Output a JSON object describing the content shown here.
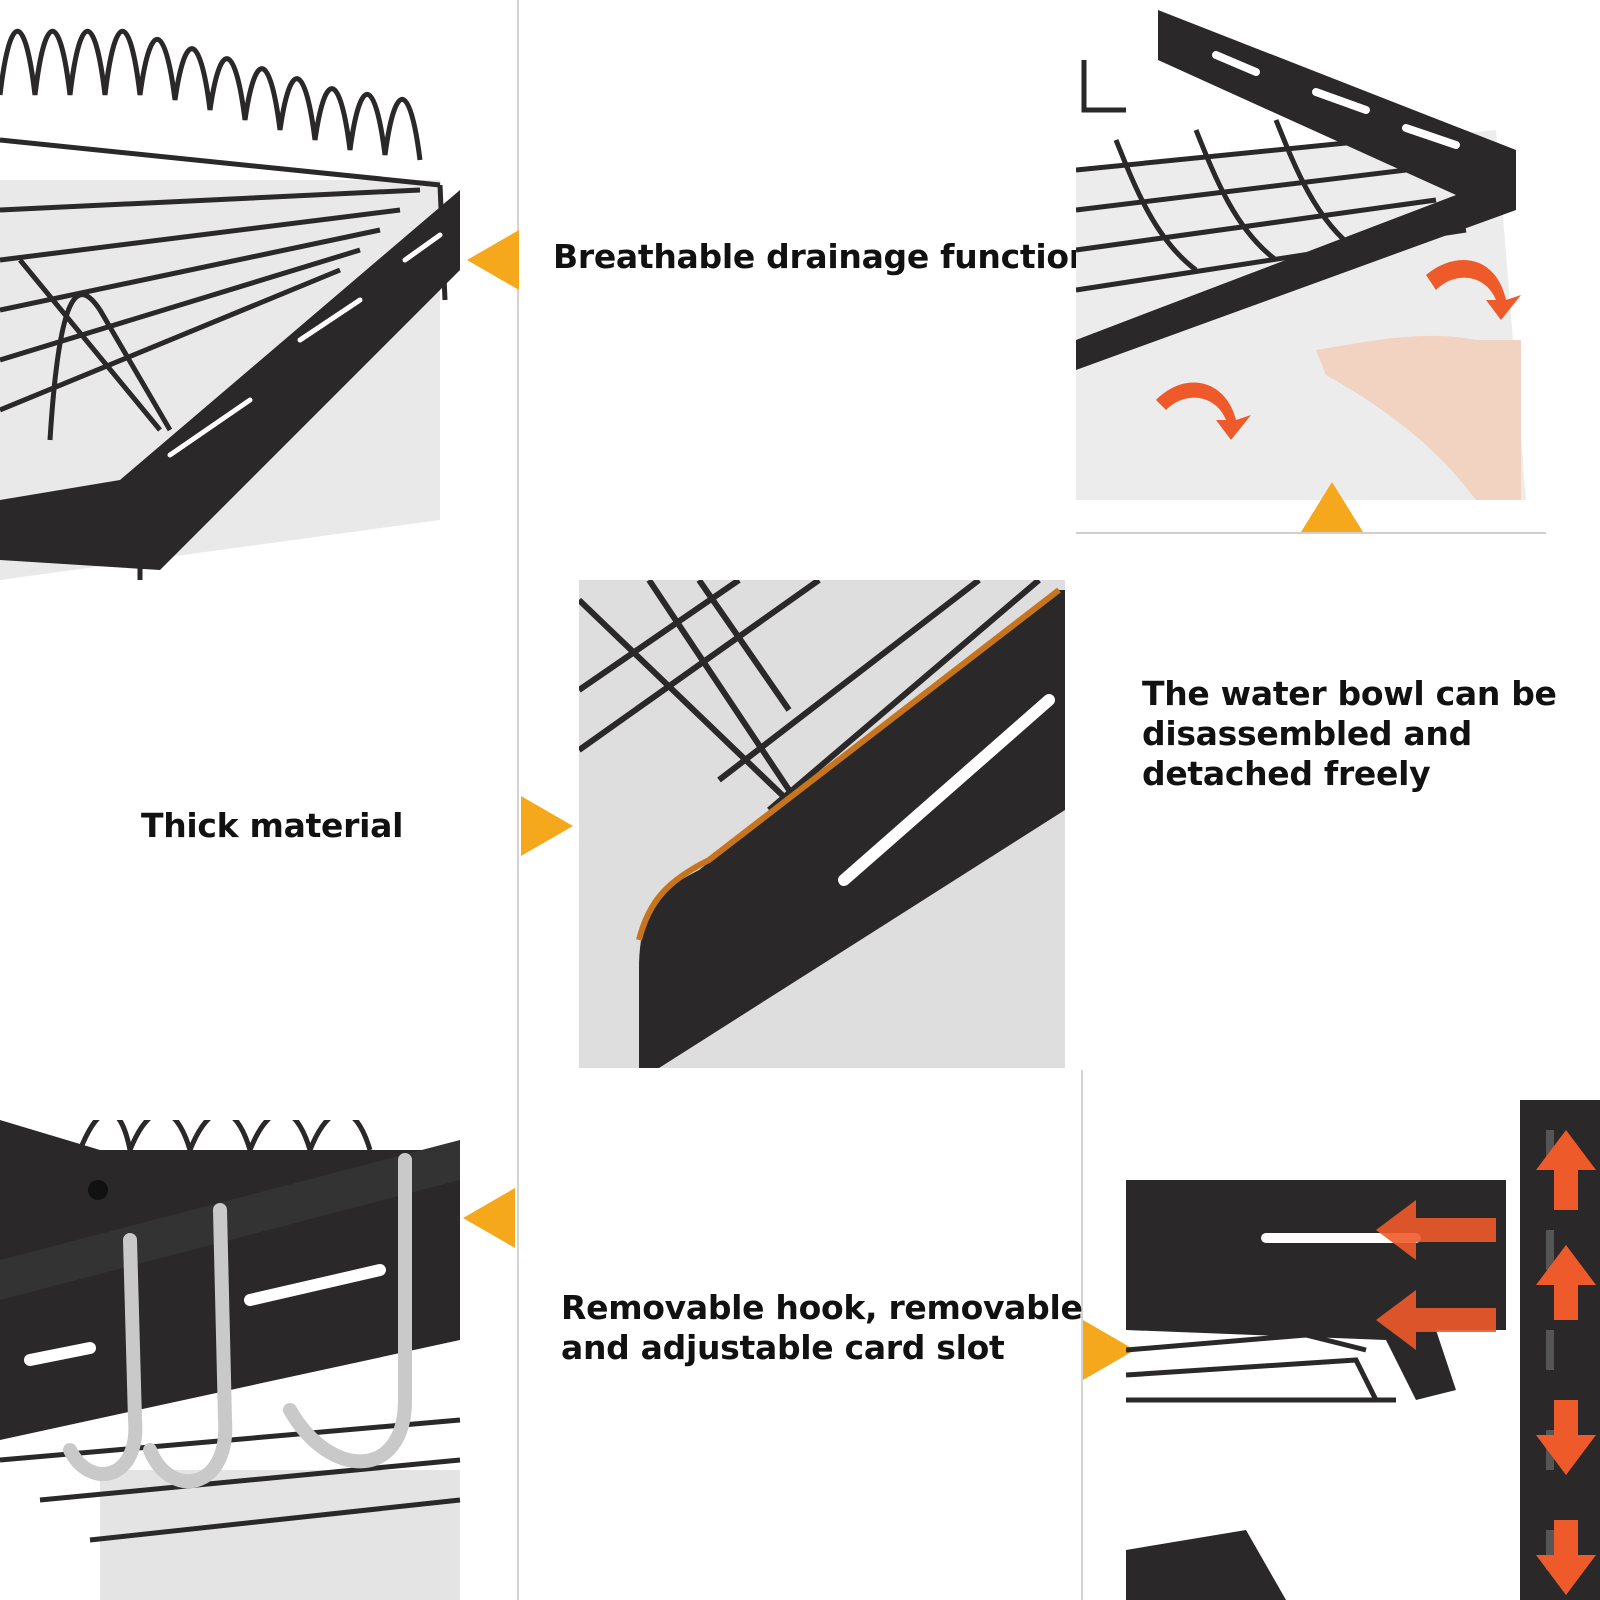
{
  "features": {
    "drainage": {
      "caption": "Breathable drainage function"
    },
    "water_bowl": {
      "caption": "The water bowl can be\ndisassembled and\ndetached freely"
    },
    "thick_material": {
      "caption": "Thick material"
    },
    "hook_slot": {
      "caption": "Removable hook, removable\nand adjustable card slot"
    }
  },
  "colors": {
    "accent_arrow": "#f5a81c",
    "rack_metal": "#2a2828",
    "red_arrow": "#ef5a2a",
    "chrome_hook": "#c9c9c9"
  },
  "icons": {
    "pointer": "triangle-arrow-icon",
    "motion": "curved-arrow-icon",
    "adjust": "double-arrow-icon"
  }
}
